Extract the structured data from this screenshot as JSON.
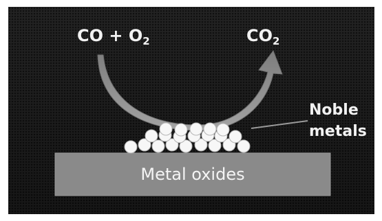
{
  "reaction": {
    "reactant": {
      "prefix": "CO + O",
      "subscript": "2"
    },
    "product": {
      "prefix": "CO",
      "subscript": "2"
    }
  },
  "catalyst": {
    "line1": "Noble",
    "line2": "metals"
  },
  "support": {
    "label": "Metal oxides"
  },
  "colors": {
    "background": "#1c1c1c",
    "arrow": "#8c8c8c",
    "support_block": "#8a8a8a",
    "particles": "#f7f7f7",
    "text": "#f2f2f2"
  }
}
